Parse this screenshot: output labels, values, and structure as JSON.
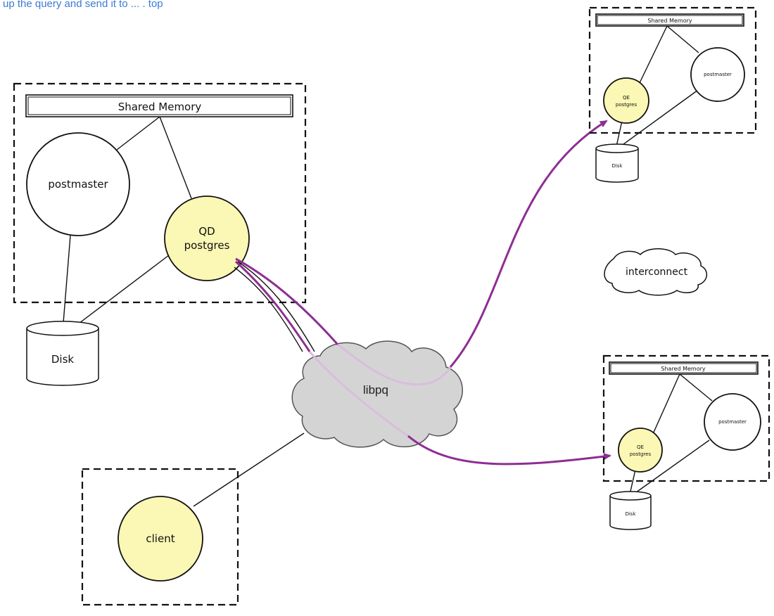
{
  "header": {
    "cut_text": "up the query and send it to ... . top"
  },
  "master": {
    "shared_memory": "Shared Memory",
    "postmaster": "postmaster",
    "qd_line1": "QD",
    "qd_line2": "postgres",
    "disk": "Disk"
  },
  "network": {
    "libpq": "libpq",
    "interconnect": "interconnect"
  },
  "client": {
    "label": "client"
  },
  "segment_top": {
    "shared_memory": "Shared Memory",
    "postmaster": "postmaster",
    "qe_line1": "QE",
    "qe_line2": "postgres",
    "disk": "Disk"
  },
  "segment_bottom": {
    "shared_memory": "Shared Memory",
    "postmaster": "postmaster",
    "qe_line1": "QE",
    "qe_line2": "postgres",
    "disk": "Disk"
  },
  "colors": {
    "process_fill": "#fbf7b4",
    "cloud_fill": "#d4d4d4",
    "connection": "#8e2d94",
    "header_text": "#3a7bd5"
  }
}
